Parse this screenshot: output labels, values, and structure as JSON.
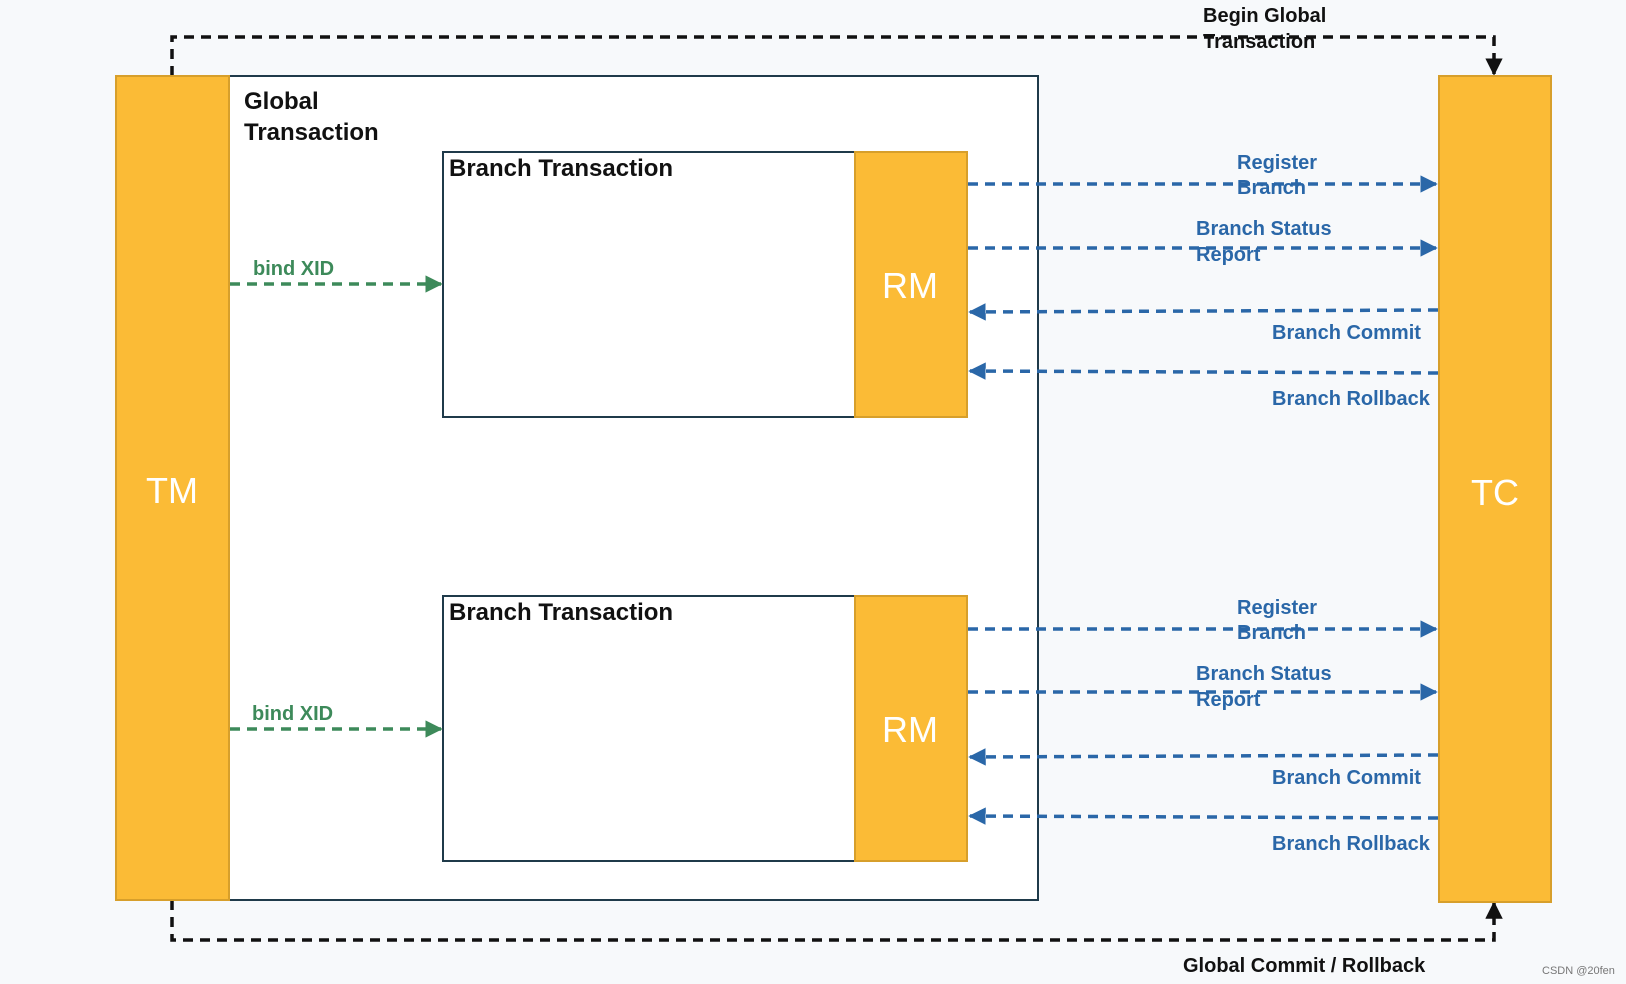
{
  "colors": {
    "background": "#f7f9fb",
    "component_fill": "#fbbb36",
    "component_stroke": "#d79f2b",
    "box_stroke": "#1f3a4a",
    "flow_blue": "#2a67a8",
    "flow_green": "#3d8a5a",
    "black": "#111111",
    "white": "#ffffff",
    "watermark": "#777777"
  },
  "diagram": {
    "tm_label": "TM",
    "tc_label": "TC",
    "global_transaction_label_line1": "Global",
    "global_transaction_label_line2": "Transaction",
    "begin_global_line1": "Begin Global",
    "begin_global_line2": "Transaction",
    "global_commit_rollback": "Global Commit / Rollback",
    "branches": [
      {
        "title": "Branch Transaction",
        "rm_label": "RM",
        "bind_label": "bind XID",
        "register_line1": "Register",
        "register_line2": "Branch",
        "status_line1": "Branch Status",
        "status_line2": "Report",
        "commit": "Branch Commit",
        "rollback": "Branch Rollback"
      },
      {
        "title": "Branch Transaction",
        "rm_label": "RM",
        "bind_label": "bind XID",
        "register_line1": "Register",
        "register_line2": "Branch",
        "status_line1": "Branch Status",
        "status_line2": "Report",
        "commit": "Branch Commit",
        "rollback": "Branch Rollback"
      }
    ],
    "watermark": "CSDN @20fen"
  }
}
